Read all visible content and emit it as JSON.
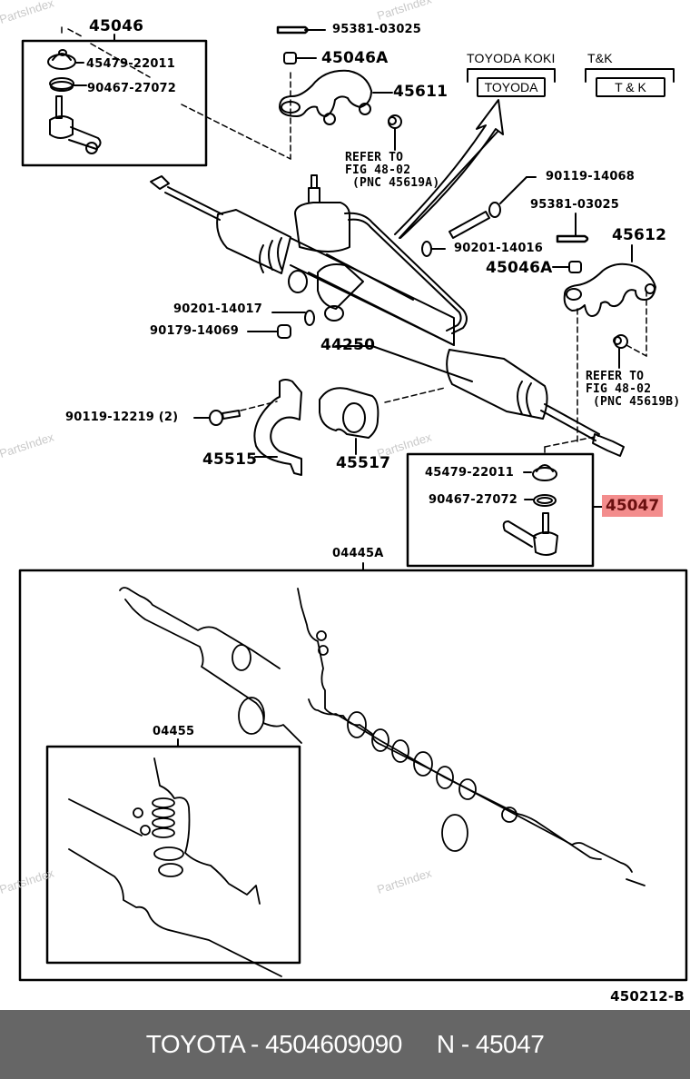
{
  "watermark": "PartsIndex",
  "figure_code": "450212-B",
  "footer": {
    "brand": "TOYOTA",
    "separator": "-",
    "part_number": "4504609090",
    "n_label": "N",
    "pnc": "45047",
    "text_left": "TOYOTA - 4504609090",
    "text_right": "N - 45047"
  },
  "highlight_color": "#f38d8d",
  "labels": {
    "tie_rod_end_lh": "45046",
    "dust_cover_lh": "45479-22011",
    "ring_lh": "90467-27072",
    "cotter_pin_top": "95381-03025",
    "nut_top": "45046A",
    "knuckle_arm_lh": "45611",
    "refer_lh": "REFER TO\nFIG 48-02\n (PNC 45619A)",
    "brand_heading_1": "TOYODA KOKI",
    "brand_badge_1": "TOYODA",
    "brand_heading_2": "T&K",
    "brand_badge_2": "T & K",
    "bolt_rh": "90119-14068",
    "cotter_pin_rh": "95381-03025",
    "washer_rh": "90201-14016",
    "nut_rh": "45046A",
    "knuckle_arm_rh": "45612",
    "refer_rh": "REFER TO\nFIG 48-02\n (PNC 45619B)",
    "washer_lh": "90201-14017",
    "nut_lh": "90179-14069",
    "gear_assy": "44250",
    "bolt_bracket": "90119-12219 (2)",
    "bracket": "45515",
    "grommet": "45517",
    "dust_cover_rh": "45479-22011",
    "ring_rh": "90467-27072",
    "tie_rod_end_rh": "45047",
    "gasket_kit": "04445A",
    "valve_kit": "04455"
  }
}
